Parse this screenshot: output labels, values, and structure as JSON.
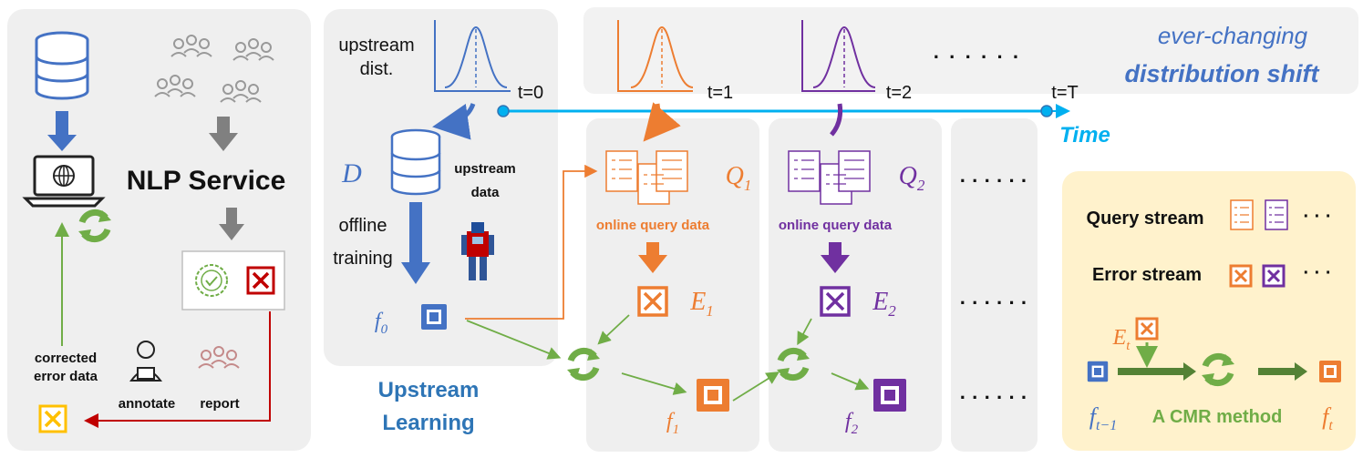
{
  "service": {
    "title": "NLP Service",
    "corrected_label_line1": "corrected",
    "corrected_label_line2": "error data",
    "annotate_label": "annotate",
    "report_label": "report"
  },
  "upstream": {
    "dist_label_line1": "upstream",
    "dist_label_line2": "dist.",
    "dataset_symbol": "D",
    "data_label_line1": "upstream",
    "data_label_line2": "data",
    "training_label_line1": "offline",
    "training_label_line2": "training",
    "model_symbol": "f",
    "model_subscript": "0",
    "section_title_line1": "Upstream",
    "section_title_line2": "Learning"
  },
  "timeline": {
    "t0": "t=0",
    "t1": "t=1",
    "t2": "t=2",
    "tT": "t=T",
    "axis_label": "Time",
    "ellipsis": "· · · · · ·",
    "header_line1": "ever-changing",
    "header_line2": "distribution shift"
  },
  "stage1": {
    "query_symbol": "Q",
    "query_subscript": "1",
    "query_label": "online query data",
    "error_symbol": "E",
    "error_subscript": "1",
    "model_symbol": "f",
    "model_subscript": "1"
  },
  "stage2": {
    "query_symbol": "Q",
    "query_subscript": "2",
    "query_label": "online query data",
    "error_symbol": "E",
    "error_subscript": "2",
    "model_symbol": "f",
    "model_subscript": "2"
  },
  "more": {
    "dots1": "· · · · · ·",
    "dots2": "· · · · · ·",
    "dots3": "· · · · · ·"
  },
  "legend": {
    "query_stream": "Query stream",
    "error_stream": "Error stream",
    "ellipsis1": "· · ·",
    "ellipsis2": "· · ·",
    "et_symbol": "E",
    "et_subscript": "t",
    "prev_symbol": "f",
    "prev_subscript": "t−1",
    "next_symbol": "f",
    "next_subscript": "t",
    "method_label": "A CMR method"
  },
  "colors": {
    "blue": "#4472c4",
    "orange": "#ed7d31",
    "purple": "#7030a0",
    "green": "#70ad47",
    "red": "#c00000",
    "cyan": "#00b0f0",
    "yellow": "#ffc000",
    "gray_panel": "#efefef"
  }
}
